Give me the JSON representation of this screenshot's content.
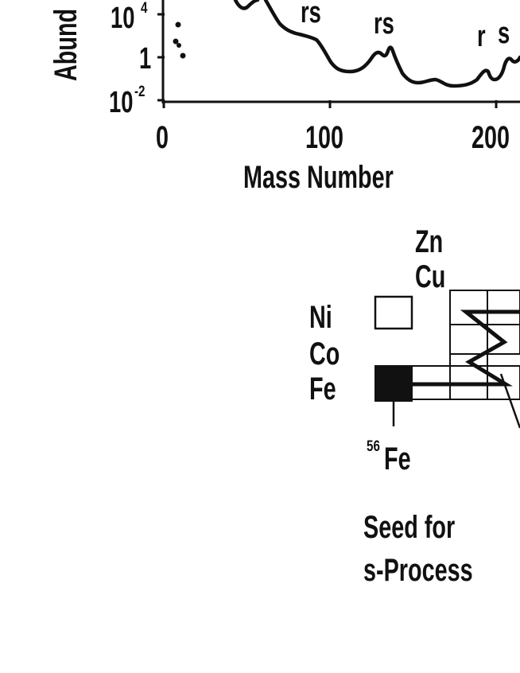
{
  "abundance_plot": {
    "ylabel": "Abund",
    "yticks": [
      {
        "base": "10",
        "exp": "4"
      },
      {
        "base": "1",
        "exp": ""
      },
      {
        "base": "10",
        "exp": "-2"
      }
    ],
    "xticks": [
      "0",
      "100",
      "200"
    ],
    "xlabel": "Mass Number",
    "peak_labels": [
      "rs",
      "rs",
      "r",
      "s"
    ]
  },
  "chain_diagram": {
    "elements_top": [
      "Zn",
      "Cu"
    ],
    "elements_left": [
      "Ni",
      "Co",
      "Fe"
    ],
    "isotope": {
      "mass": "56",
      "symbol": "Fe"
    },
    "caption_line1": "Seed for",
    "caption_line2": "s-Process"
  }
}
